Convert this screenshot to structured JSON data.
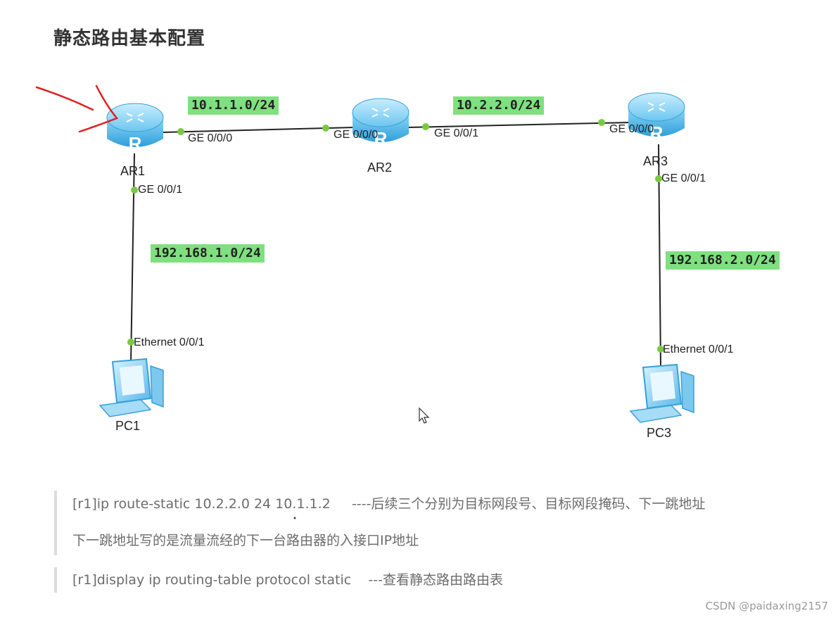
{
  "title": "静态路由基本配置",
  "networks": {
    "net_r1_r2": "10.1.1.0/24",
    "net_r2_r3": "10.2.2.0/24",
    "net_r1_pc1": "192.168.1.0/24",
    "net_r3_pc3": "192.168.2.0/24"
  },
  "devices": {
    "ar1": "AR1",
    "ar2": "AR2",
    "ar3": "AR3",
    "pc1": "PC1",
    "pc3": "PC3"
  },
  "ports": {
    "ar1_ge000": "GE 0/0/0",
    "ar1_ge001": "GE 0/0/1",
    "ar2_ge000": "GE 0/0/0",
    "ar2_ge001": "GE 0/0/1",
    "ar3_ge000": "GE 0/0/0",
    "ar3_ge001": "GE 0/0/1",
    "pc1_eth": "Ethernet 0/0/1",
    "pc3_eth": "Ethernet 0/0/1"
  },
  "notes": {
    "line1": "[r1]ip route-static 10.2.2.0 24 10.1.1.2     ----后续三个分别为目标网段号、目标网段掩码、下一跳地址",
    "line2": "下一跳地址写的是流量流经的下一台路由器的入接口IP地址",
    "line3": "[r1]display ip routing-table protocol static    ---查看静态路由路由表"
  },
  "watermark": "CSDN @paidaxing2157",
  "colors": {
    "network_label_bg": "#7fe07f",
    "port_dot": "#7ac943",
    "router_body": "#4fb6e8",
    "annotation_arrow": "#e02020"
  }
}
